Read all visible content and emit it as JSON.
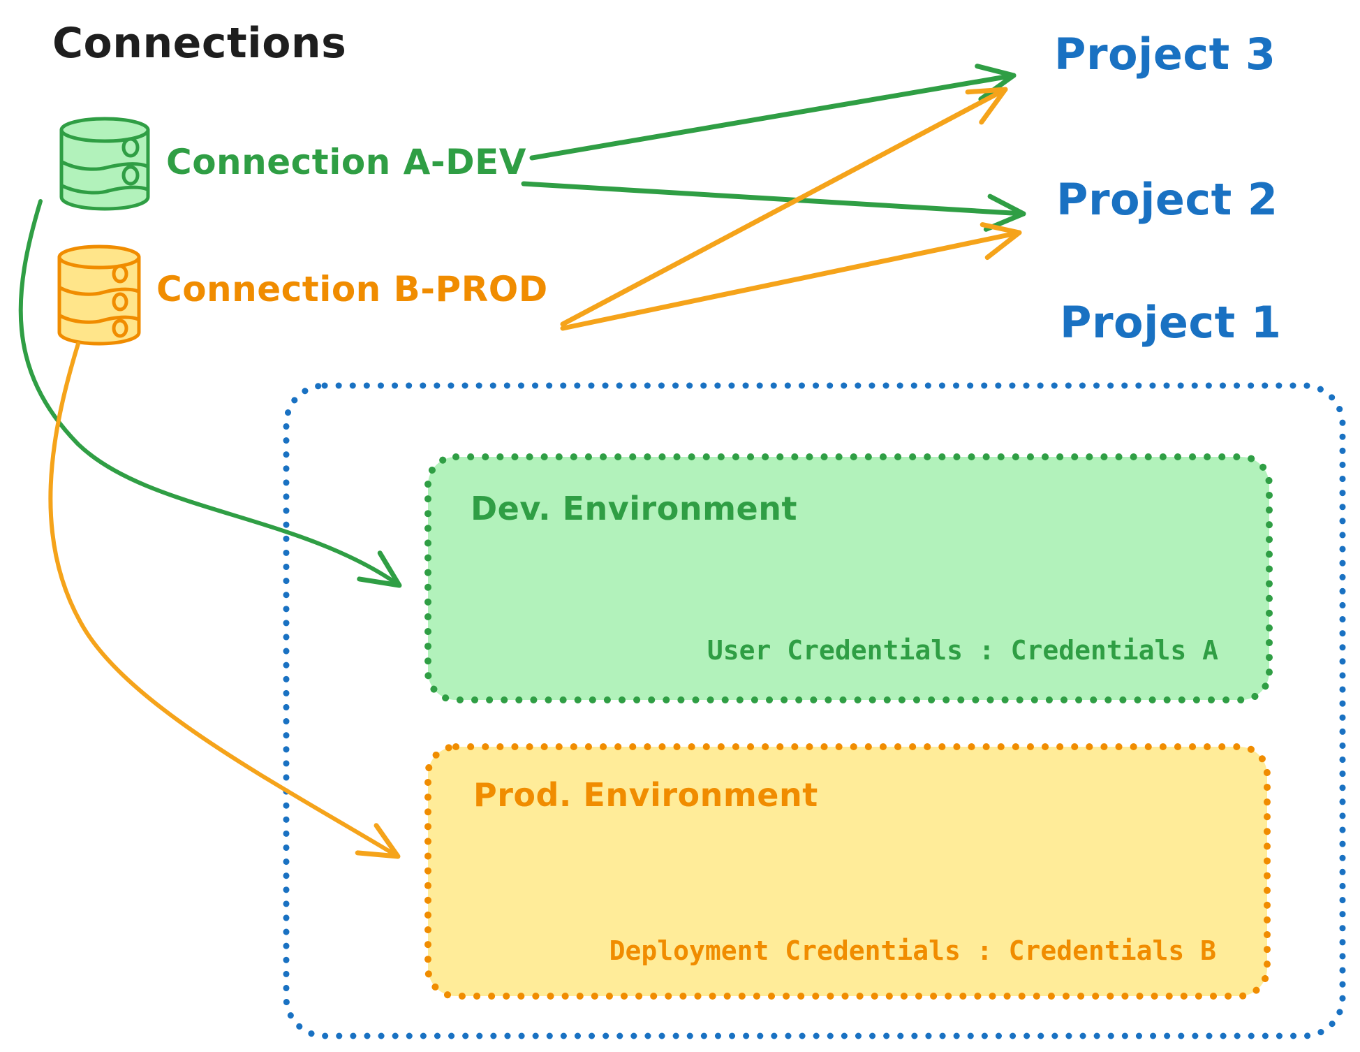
{
  "title": "Connections",
  "colors": {
    "black": "#1e1e1e",
    "blue": "#1971c2",
    "green": "#2f9e44",
    "green_fill": "#b2f2bb",
    "orange": "#f08c00",
    "orange_arrow": "#f5a31a",
    "orange_fill": "#ffec99",
    "orange_db_fill": "#ffe58a"
  },
  "connections": [
    {
      "id": "connection-a",
      "label": "Connection A-DEV",
      "color": "green",
      "icon": "database-icon"
    },
    {
      "id": "connection-b",
      "label": "Connection B-PROD",
      "color": "orange",
      "icon": "database-icon"
    }
  ],
  "projects": [
    {
      "id": "project-3",
      "label": "Project 3"
    },
    {
      "id": "project-2",
      "label": "Project 2"
    },
    {
      "id": "project-1",
      "label": "Project 1"
    }
  ],
  "edges": [
    {
      "from": "Connection A-DEV",
      "to": "Project 3",
      "style": "straight-arrow",
      "color": "green"
    },
    {
      "from": "Connection A-DEV",
      "to": "Project 2",
      "style": "straight-arrow",
      "color": "green"
    },
    {
      "from": "Connection B-PROD",
      "to": "Project 3",
      "style": "straight-arrow",
      "color": "orange"
    },
    {
      "from": "Connection B-PROD",
      "to": "Project 2",
      "style": "straight-arrow",
      "color": "orange"
    },
    {
      "from": "Connection A-DEV",
      "to": "Dev. Environment (Project 1)",
      "style": "curved-arrow",
      "color": "green"
    },
    {
      "from": "Connection B-PROD",
      "to": "Prod. Environment (Project 1)",
      "style": "curved-arrow",
      "color": "orange"
    }
  ],
  "project1_detail": {
    "environments": [
      {
        "title": "Dev. Environment",
        "credentials_label": "User Credentials",
        "credentials_value": "Credentials A",
        "credentials_text": "User Credentials : Credentials A",
        "color": "green"
      },
      {
        "title": "Prod. Environment",
        "credentials_label": "Deployment Credentials",
        "credentials_value": "Credentials B",
        "credentials_text": "Deployment Credentials : Credentials B",
        "color": "orange"
      }
    ]
  }
}
